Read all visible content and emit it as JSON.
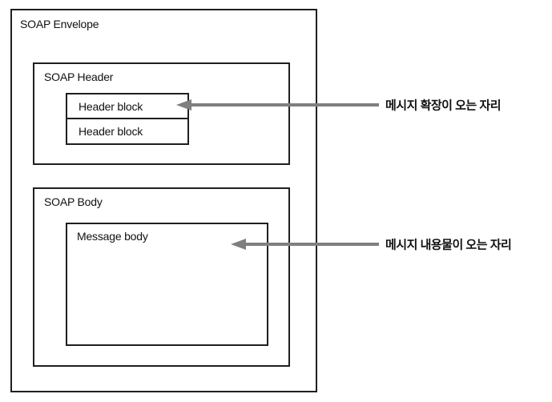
{
  "diagram": {
    "envelope": {
      "label": "SOAP Envelope"
    },
    "header": {
      "label": "SOAP Header",
      "blocks": [
        "Header block",
        "Header block"
      ]
    },
    "body": {
      "label": "SOAP Body",
      "message_label": "Message body"
    }
  },
  "annotations": [
    {
      "text": "메시지 확장이 오는 자리",
      "points_to": "Header block"
    },
    {
      "text": "메시지 내용물이 오는 자리",
      "points_to": "Message body"
    }
  ],
  "colors": {
    "background": "#ffffff",
    "box_border": "#1f1f1f",
    "arrow": "#7f7f7f",
    "label_text": "#111111"
  }
}
